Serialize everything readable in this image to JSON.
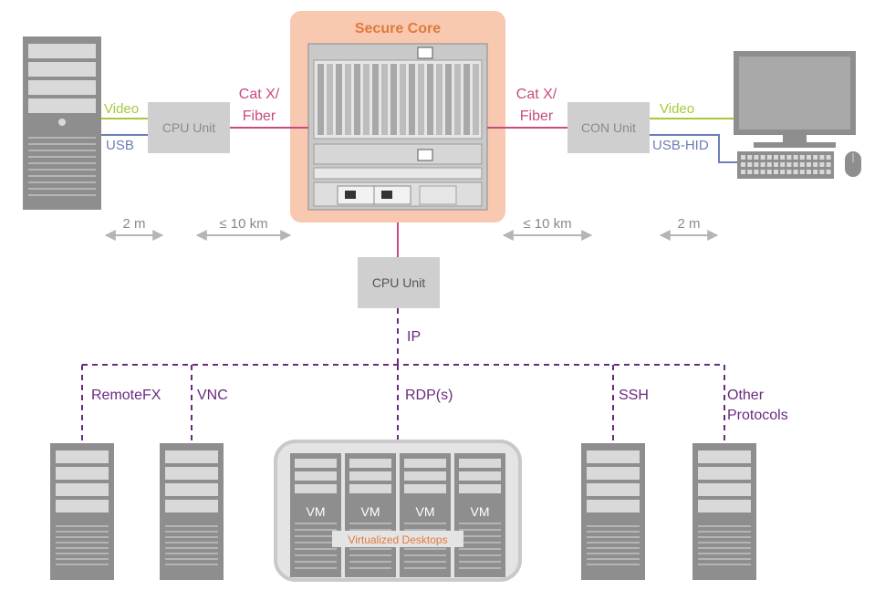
{
  "colors": {
    "accent_orange": "#e07a3c",
    "core_bg": "#f8c8b0",
    "link_pink": "#c94a82",
    "video_green": "#a6c93c",
    "usb_blue": "#6b7fb8",
    "ip_purple": "#6a2a80",
    "box_gray": "#cfcfcf",
    "text_gray": "#8a8a8a"
  },
  "secure_core": {
    "title": "Secure Core"
  },
  "left": {
    "video": "Video",
    "usb": "USB",
    "unit": "CPU Unit",
    "link_line1": "Cat X/",
    "link_line2": "Fiber",
    "dist_short": "2 m",
    "dist_long": "≤ 10 km"
  },
  "right": {
    "video": "Video",
    "usb": "USB-HID",
    "unit": "CON Unit",
    "link_line1": "Cat X/",
    "link_line2": "Fiber",
    "dist_short": "2 m",
    "dist_long": "≤ 10 km"
  },
  "bottom_unit": {
    "label": "CPU Unit",
    "ip": "IP"
  },
  "protocols": {
    "remotefx": "RemoteFX",
    "vnc": "VNC",
    "rdp": "RDP(s)",
    "ssh": "SSH",
    "other_line1": "Other",
    "other_line2": "Protocols"
  },
  "virtualized": {
    "vm_labels": [
      "VM",
      "VM",
      "VM",
      "VM"
    ],
    "caption": "Virtualized Desktops"
  }
}
